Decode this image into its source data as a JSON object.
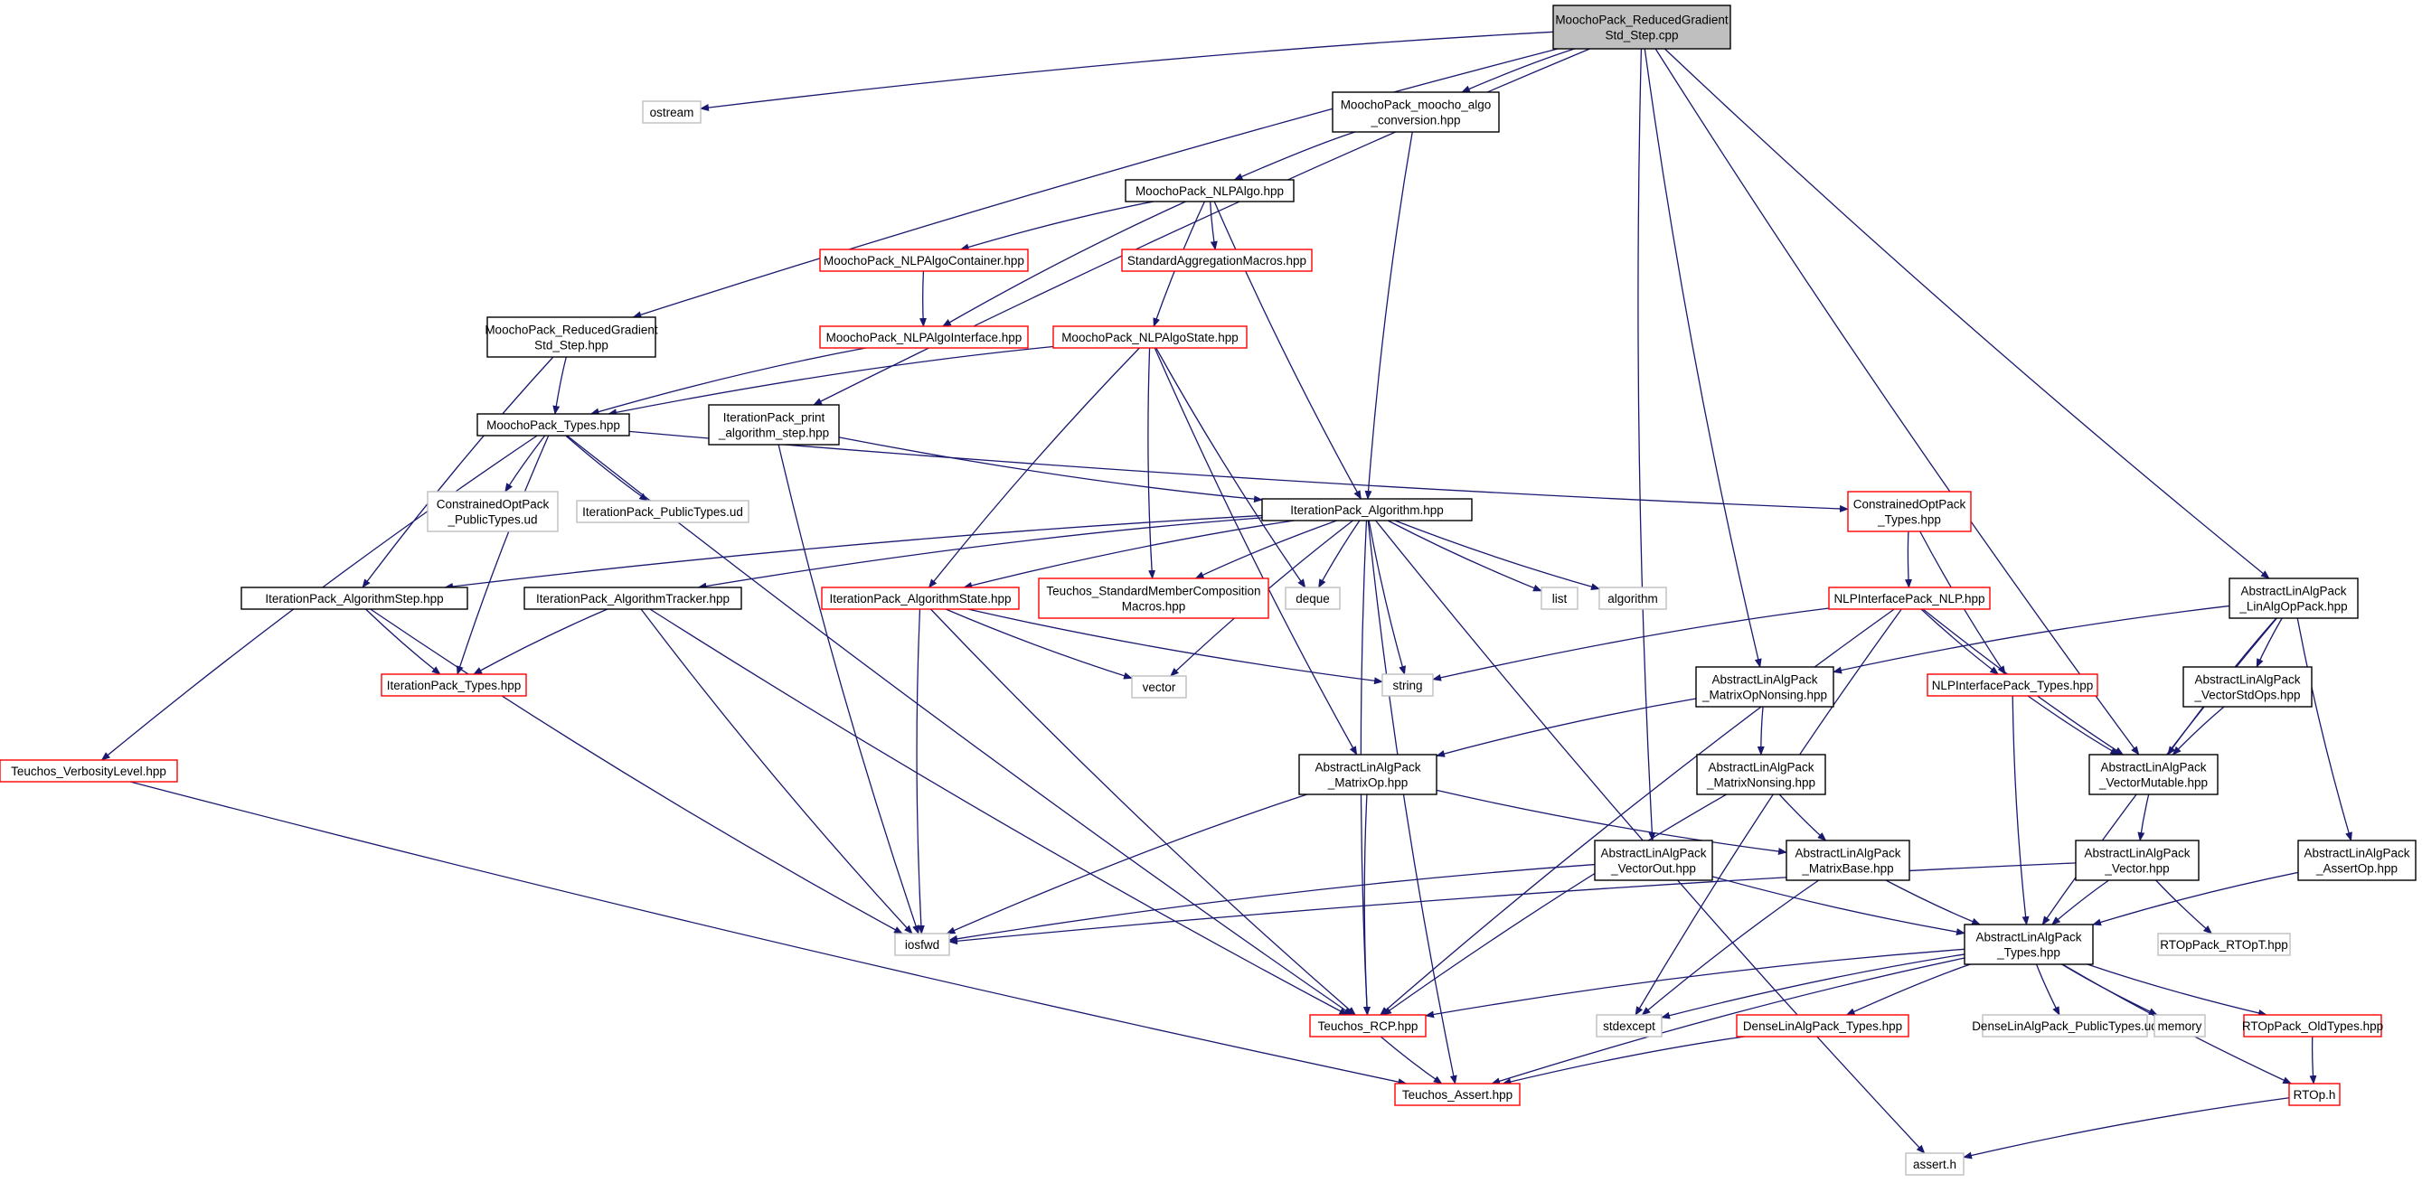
{
  "colors": {
    "edge": "#191970",
    "root_fill": "#bfbfbf",
    "normal_border": "#000000",
    "red_border": "#ff0000",
    "gray_border": "#bfbfbf",
    "fill": "#ffffff"
  },
  "nodes": [
    {
      "id": "root",
      "style": "root",
      "lines": [
        "MoochoPack_ReducedGradient",
        "Std_Step.cpp"
      ]
    },
    {
      "id": "ostream",
      "style": "gray",
      "lines": [
        "ostream"
      ]
    },
    {
      "id": "algo_conv",
      "style": "normal",
      "lines": [
        "MoochoPack_moocho_algo",
        "_conversion.hpp"
      ]
    },
    {
      "id": "nlpalgo",
      "style": "normal",
      "lines": [
        "MoochoPack_NLPAlgo.hpp"
      ]
    },
    {
      "id": "nlpalgocont",
      "style": "red",
      "lines": [
        "MoochoPack_NLPAlgoContainer.hpp"
      ]
    },
    {
      "id": "stdagg",
      "style": "red",
      "lines": [
        "StandardAggregationMacros.hpp"
      ]
    },
    {
      "id": "nlpalgoif",
      "style": "red",
      "lines": [
        "MoochoPack_NLPAlgoInterface.hpp"
      ]
    },
    {
      "id": "nlpalgostate",
      "style": "red",
      "lines": [
        "MoochoPack_NLPAlgoState.hpp"
      ]
    },
    {
      "id": "rgstep",
      "style": "normal",
      "lines": [
        "MoochoPack_ReducedGradient",
        "Std_Step.hpp"
      ]
    },
    {
      "id": "mtypes",
      "style": "normal",
      "lines": [
        "MoochoPack_Types.hpp"
      ]
    },
    {
      "id": "printalg",
      "style": "normal",
      "lines": [
        "IterationPack_print",
        "_algorithm_step.hpp"
      ]
    },
    {
      "id": "italg",
      "style": "normal",
      "lines": [
        "IterationPack_Algorithm.hpp"
      ]
    },
    {
      "id": "copt_pub",
      "style": "gray",
      "lines": [
        "ConstrainedOptPack",
        "_PublicTypes.ud"
      ]
    },
    {
      "id": "it_pub",
      "style": "gray",
      "lines": [
        "IterationPack_PublicTypes.ud"
      ]
    },
    {
      "id": "copt_types",
      "style": "red",
      "lines": [
        "ConstrainedOptPack",
        "_Types.hpp"
      ]
    },
    {
      "id": "itstep",
      "style": "normal",
      "lines": [
        "IterationPack_AlgorithmStep.hpp"
      ]
    },
    {
      "id": "ittracker",
      "style": "normal",
      "lines": [
        "IterationPack_AlgorithmTracker.hpp"
      ]
    },
    {
      "id": "itstate",
      "style": "red",
      "lines": [
        "IterationPack_AlgorithmState.hpp"
      ]
    },
    {
      "id": "teuchos_smc",
      "style": "red",
      "lines": [
        "Teuchos_StandardMemberComposition",
        "Macros.hpp"
      ]
    },
    {
      "id": "deque",
      "style": "gray",
      "lines": [
        "deque"
      ]
    },
    {
      "id": "list",
      "style": "gray",
      "lines": [
        "list"
      ]
    },
    {
      "id": "algorithm",
      "style": "gray",
      "lines": [
        "algorithm"
      ]
    },
    {
      "id": "nlp",
      "style": "red",
      "lines": [
        "NLPInterfacePack_NLP.hpp"
      ]
    },
    {
      "id": "linopack",
      "style": "normal",
      "lines": [
        "AbstractLinAlgPack",
        "_LinAlgOpPack.hpp"
      ]
    },
    {
      "id": "ittypes",
      "style": "red",
      "lines": [
        "IterationPack_Types.hpp"
      ]
    },
    {
      "id": "vector",
      "style": "gray",
      "lines": [
        "vector"
      ]
    },
    {
      "id": "string",
      "style": "gray",
      "lines": [
        "string"
      ]
    },
    {
      "id": "mopnons",
      "style": "normal",
      "lines": [
        "AbstractLinAlgPack",
        "_MatrixOpNonsing.hpp"
      ]
    },
    {
      "id": "nlptypes",
      "style": "red",
      "lines": [
        "NLPInterfacePack_Types.hpp"
      ]
    },
    {
      "id": "vstdops",
      "style": "normal",
      "lines": [
        "AbstractLinAlgPack",
        "_VectorStdOps.hpp"
      ]
    },
    {
      "id": "verbosity",
      "style": "red",
      "lines": [
        "Teuchos_VerbosityLevel.hpp"
      ]
    },
    {
      "id": "matop",
      "style": "normal",
      "lines": [
        "AbstractLinAlgPack",
        "_MatrixOp.hpp"
      ]
    },
    {
      "id": "matnons",
      "style": "normal",
      "lines": [
        "AbstractLinAlgPack",
        "_MatrixNonsing.hpp"
      ]
    },
    {
      "id": "vecmut",
      "style": "normal",
      "lines": [
        "AbstractLinAlgPack",
        "_VectorMutable.hpp"
      ]
    },
    {
      "id": "vecout",
      "style": "normal",
      "lines": [
        "AbstractLinAlgPack",
        "_VectorOut.hpp"
      ]
    },
    {
      "id": "matbase",
      "style": "normal",
      "lines": [
        "AbstractLinAlgPack",
        "_MatrixBase.hpp"
      ]
    },
    {
      "id": "vec",
      "style": "normal",
      "lines": [
        "AbstractLinAlgPack",
        "_Vector.hpp"
      ]
    },
    {
      "id": "assertop",
      "style": "normal",
      "lines": [
        "AbstractLinAlgPack",
        "_AssertOp.hpp"
      ]
    },
    {
      "id": "iosfwd",
      "style": "gray",
      "lines": [
        "iosfwd"
      ]
    },
    {
      "id": "altypes",
      "style": "normal",
      "lines": [
        "AbstractLinAlgPack",
        "_Types.hpp"
      ]
    },
    {
      "id": "rtopt",
      "style": "gray",
      "lines": [
        "RTOpPack_RTOpT.hpp"
      ]
    },
    {
      "id": "rcp",
      "style": "red",
      "lines": [
        "Teuchos_RCP.hpp"
      ]
    },
    {
      "id": "stdexcept",
      "style": "gray",
      "lines": [
        "stdexcept"
      ]
    },
    {
      "id": "dense_types",
      "style": "red",
      "lines": [
        "DenseLinAlgPack_Types.hpp"
      ]
    },
    {
      "id": "dense_pub",
      "style": "gray",
      "lines": [
        "DenseLinAlgPack_PublicTypes.ud"
      ]
    },
    {
      "id": "memory",
      "style": "gray",
      "lines": [
        "memory"
      ]
    },
    {
      "id": "oldtypes",
      "style": "red",
      "lines": [
        "RTOpPack_OldTypes.hpp"
      ]
    },
    {
      "id": "tassert",
      "style": "red",
      "lines": [
        "Teuchos_Assert.hpp"
      ]
    },
    {
      "id": "rtoph",
      "style": "red",
      "lines": [
        "RTOp.h"
      ]
    },
    {
      "id": "asserth",
      "style": "gray",
      "lines": [
        "assert.h"
      ]
    }
  ],
  "edges": [
    [
      "root",
      "ostream"
    ],
    [
      "root",
      "algo_conv"
    ],
    [
      "root",
      "rgstep"
    ],
    [
      "root",
      "printalg"
    ],
    [
      "root",
      "mopnons"
    ],
    [
      "root",
      "vecout"
    ],
    [
      "root",
      "vecmut"
    ],
    [
      "root",
      "linopack"
    ],
    [
      "algo_conv",
      "nlpalgo"
    ],
    [
      "algo_conv",
      "italg"
    ],
    [
      "nlpalgo",
      "nlpalgocont"
    ],
    [
      "nlpalgo",
      "stdagg"
    ],
    [
      "nlpalgo",
      "nlpalgoif"
    ],
    [
      "nlpalgo",
      "nlpalgostate"
    ],
    [
      "nlpalgo",
      "italg"
    ],
    [
      "nlpalgocont",
      "nlpalgoif"
    ],
    [
      "nlpalgoif",
      "mtypes"
    ],
    [
      "nlpalgostate",
      "mtypes"
    ],
    [
      "nlpalgostate",
      "itstate"
    ],
    [
      "nlpalgostate",
      "teuchos_smc"
    ],
    [
      "nlpalgostate",
      "deque"
    ],
    [
      "nlpalgostate",
      "matop"
    ],
    [
      "rgstep",
      "mtypes"
    ],
    [
      "rgstep",
      "itstep"
    ],
    [
      "mtypes",
      "copt_pub"
    ],
    [
      "mtypes",
      "it_pub"
    ],
    [
      "mtypes",
      "ittypes"
    ],
    [
      "mtypes",
      "copt_types"
    ],
    [
      "mtypes",
      "verbosity"
    ],
    [
      "mtypes",
      "rcp"
    ],
    [
      "printalg",
      "italg"
    ],
    [
      "printalg",
      "iosfwd"
    ],
    [
      "italg",
      "itstep"
    ],
    [
      "italg",
      "ittracker"
    ],
    [
      "italg",
      "itstate"
    ],
    [
      "italg",
      "teuchos_smc"
    ],
    [
      "italg",
      "deque"
    ],
    [
      "italg",
      "list"
    ],
    [
      "italg",
      "algorithm"
    ],
    [
      "italg",
      "string"
    ],
    [
      "italg",
      "vector"
    ],
    [
      "italg",
      "rcp"
    ],
    [
      "italg",
      "tassert"
    ],
    [
      "italg",
      "asserth"
    ],
    [
      "copt_types",
      "nlp"
    ],
    [
      "copt_types",
      "nlptypes"
    ],
    [
      "itstep",
      "ittypes"
    ],
    [
      "itstep",
      "iosfwd"
    ],
    [
      "ittracker",
      "ittypes"
    ],
    [
      "ittracker",
      "iosfwd"
    ],
    [
      "ittracker",
      "rcp"
    ],
    [
      "itstate",
      "vector"
    ],
    [
      "itstate",
      "string"
    ],
    [
      "itstate",
      "iosfwd"
    ],
    [
      "itstate",
      "rcp"
    ],
    [
      "nlp",
      "string"
    ],
    [
      "nlp",
      "nlptypes"
    ],
    [
      "nlp",
      "vecmut"
    ],
    [
      "nlp",
      "rcp"
    ],
    [
      "nlp",
      "stdexcept"
    ],
    [
      "linopack",
      "mopnons"
    ],
    [
      "linopack",
      "vstdops"
    ],
    [
      "linopack",
      "vecmut"
    ],
    [
      "linopack",
      "assertop"
    ],
    [
      "linopack",
      "altypes"
    ],
    [
      "mopnons",
      "matop"
    ],
    [
      "mopnons",
      "matnons"
    ],
    [
      "nlptypes",
      "vecmut"
    ],
    [
      "nlptypes",
      "altypes"
    ],
    [
      "vstdops",
      "vecmut"
    ],
    [
      "verbosity",
      "tassert"
    ],
    [
      "matop",
      "iosfwd"
    ],
    [
      "matop",
      "matbase"
    ],
    [
      "matop",
      "rcp"
    ],
    [
      "matnons",
      "matbase"
    ],
    [
      "matnons",
      "rcp"
    ],
    [
      "vecmut",
      "vec"
    ],
    [
      "vecout",
      "iosfwd"
    ],
    [
      "vecout",
      "altypes"
    ],
    [
      "matbase",
      "altypes"
    ],
    [
      "matbase",
      "stdexcept"
    ],
    [
      "vec",
      "iosfwd"
    ],
    [
      "vec",
      "altypes"
    ],
    [
      "vec",
      "rtopt"
    ],
    [
      "assertop",
      "altypes"
    ],
    [
      "altypes",
      "rcp"
    ],
    [
      "altypes",
      "stdexcept"
    ],
    [
      "altypes",
      "dense_types"
    ],
    [
      "altypes",
      "dense_pub"
    ],
    [
      "altypes",
      "memory"
    ],
    [
      "altypes",
      "oldtypes"
    ],
    [
      "altypes",
      "rtoph"
    ],
    [
      "altypes",
      "tassert"
    ],
    [
      "rcp",
      "tassert"
    ],
    [
      "dense_types",
      "tassert"
    ],
    [
      "oldtypes",
      "rtoph"
    ],
    [
      "rtoph",
      "asserth"
    ]
  ]
}
